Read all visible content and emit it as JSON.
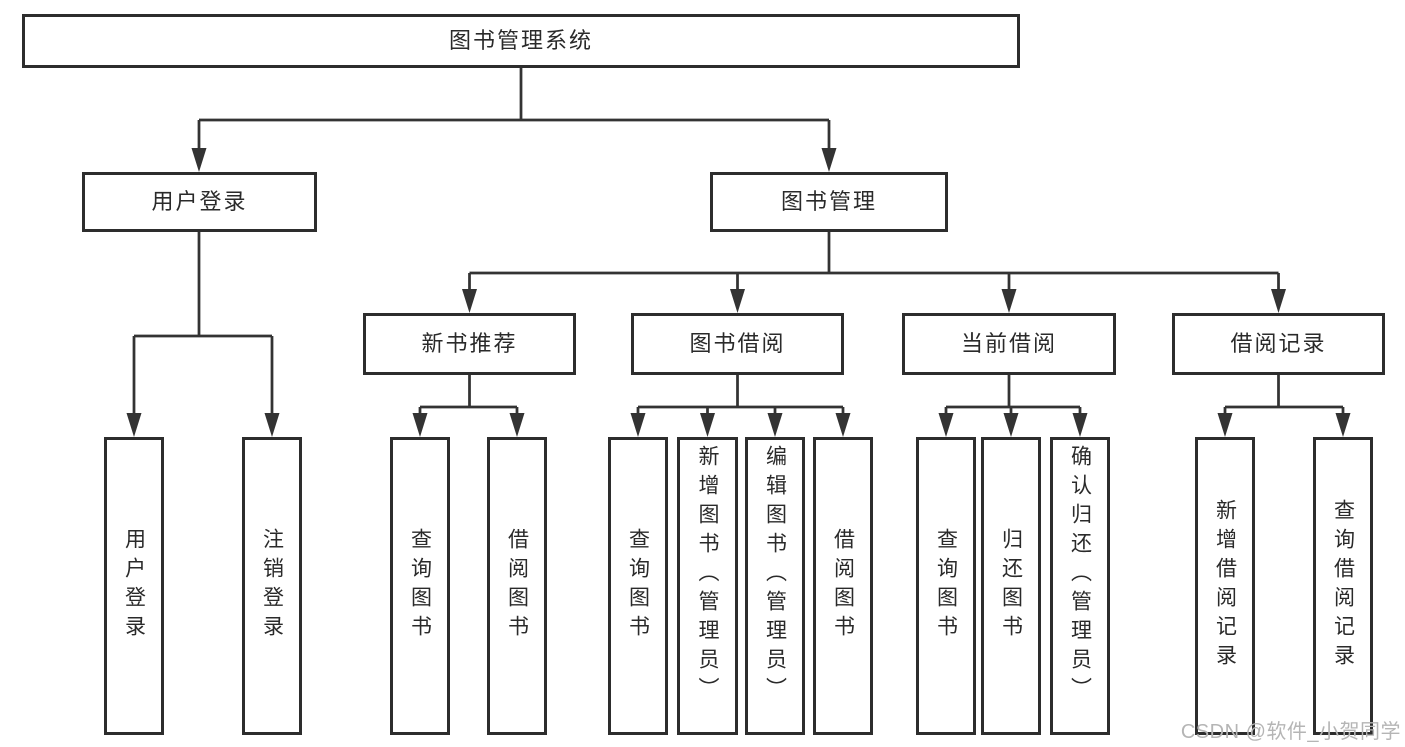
{
  "tree": {
    "label": "图书管理系统",
    "children": [
      {
        "label": "用户登录",
        "children": [
          {
            "label": "用户登录"
          },
          {
            "label": "注销登录"
          }
        ]
      },
      {
        "label": "图书管理",
        "children": [
          {
            "label": "新书推荐",
            "children": [
              {
                "label": "查询图书"
              },
              {
                "label": "借阅图书"
              }
            ]
          },
          {
            "label": "图书借阅",
            "children": [
              {
                "label": "查询图书"
              },
              {
                "label": "新增图书（管理员）"
              },
              {
                "label": "编辑图书（管理员）"
              },
              {
                "label": "借阅图书"
              }
            ]
          },
          {
            "label": "当前借阅",
            "children": [
              {
                "label": "查询图书"
              },
              {
                "label": "归还图书"
              },
              {
                "label": "确认归还（管理员）"
              }
            ]
          },
          {
            "label": "借阅记录",
            "children": [
              {
                "label": "新增借阅记录"
              },
              {
                "label": "查询借阅记录"
              }
            ]
          }
        ]
      }
    ]
  },
  "watermark": {
    "text": "CSDN @软件_小贺同学"
  },
  "colors": {
    "line": "#333333",
    "border": "#2d2d2d",
    "text": "#2a2a2a",
    "watermark": "#b5b5b5",
    "background": "#ffffff"
  }
}
